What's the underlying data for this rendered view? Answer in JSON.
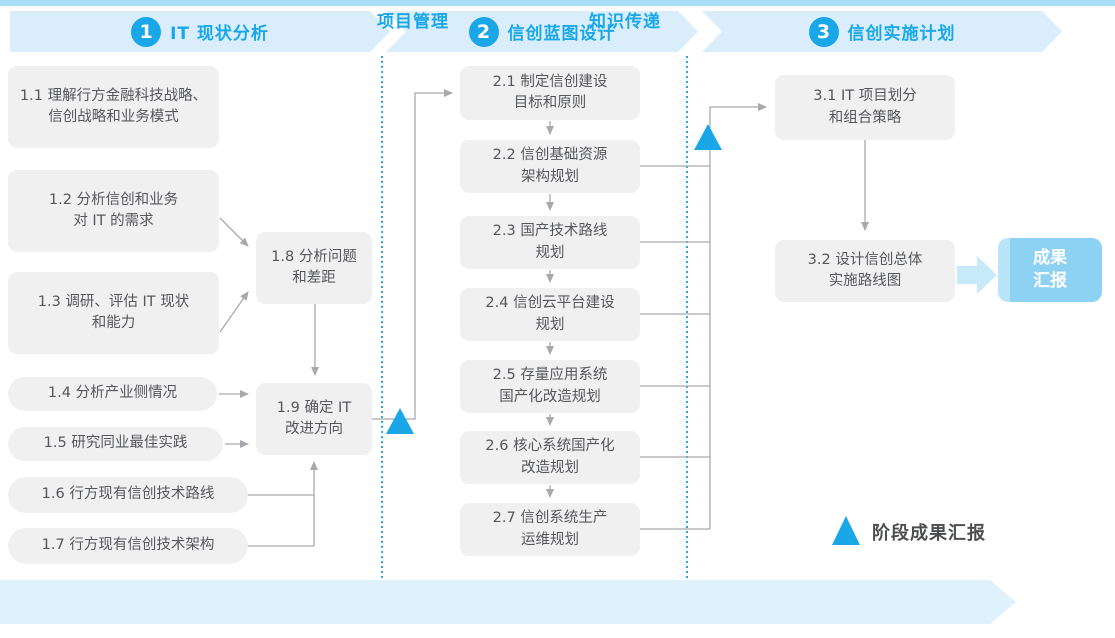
{
  "banners": [
    {
      "number": "1",
      "title": "IT 现状分析"
    },
    {
      "number": "2",
      "title": "信创蓝图设计"
    },
    {
      "number": "3",
      "title": "信创实施计划"
    }
  ],
  "boxes": {
    "b1_1": "1.1 理解行方金融科技战略、\n信创战略和业务模式",
    "b1_2": "1.2 分析信创和业务\n对 IT 的需求",
    "b1_3": "1.3 调研、评估 IT 现状\n和能力",
    "b1_4": "1.4 分析产业侧情况",
    "b1_5": "1.5 研究同业最佳实践",
    "b1_6": "1.6 行方现有信创技术路线",
    "b1_7": "1.7 行方现有信创技术架构",
    "b1_8": "1.8 分析问题\n和差距",
    "b1_9": "1.9 确定 IT\n改进方向",
    "b2_1": "2.1 制定信创建设\n目标和原则",
    "b2_2": "2.2 信创基础资源\n架构规划",
    "b2_3": "2.3 国产技术路线\n规划",
    "b2_4": "2.4 信创云平台建设\n规划",
    "b2_5": "2.5 存量应用系统\n国产化改造规划",
    "b2_6": "2.6 核心系统国产化\n改造规划",
    "b2_7": "2.7 信创系统生产\n运维规划",
    "b3_1": "3.1 IT 项目划分\n和组合策略",
    "b3_2": "3.2 设计信创总体\n实施路线图"
  },
  "result_box": "成果\n汇报",
  "legend": {
    "label": "阶段成果汇报"
  },
  "footer": {
    "left": "项目管理",
    "right": "知识传递"
  },
  "colors": {
    "accent_blue": "#1AA7E8",
    "banner_bg": "#D9EEFA",
    "top_strip": "#A9DCF5",
    "box_bg": "#F0F0F1",
    "box_text": "#56575A",
    "connector_gray": "#A7A9AC",
    "dotted_line": "#2BAAE2",
    "result_bg": "#8DD2F2",
    "thick_arrow": "#C7EAFA",
    "bottom_banner_bg": "#DFF2FB"
  }
}
